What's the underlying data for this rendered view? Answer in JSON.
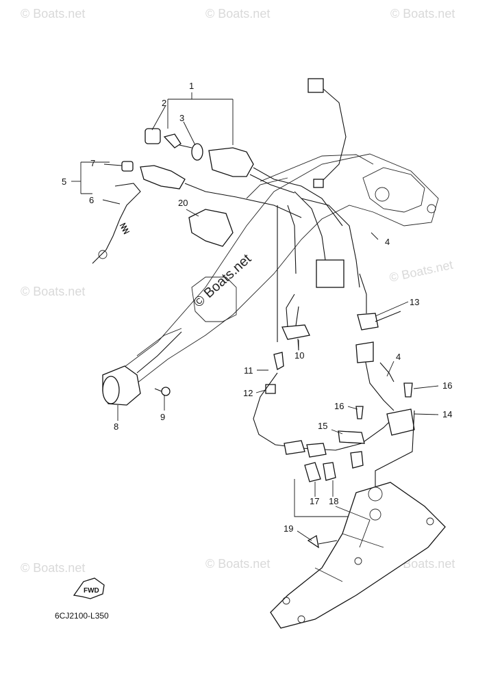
{
  "diagram_code": "6CJ2100-L350",
  "fwd_label": "FWD",
  "watermark": "Boats.net",
  "watermark_prefix": "©",
  "callouts": [
    "1",
    "2",
    "3",
    "4",
    "4",
    "5",
    "6",
    "7",
    "8",
    "9",
    "10",
    "11",
    "12",
    "13",
    "14",
    "15",
    "16",
    "16",
    "17",
    "18",
    "19",
    "20"
  ]
}
